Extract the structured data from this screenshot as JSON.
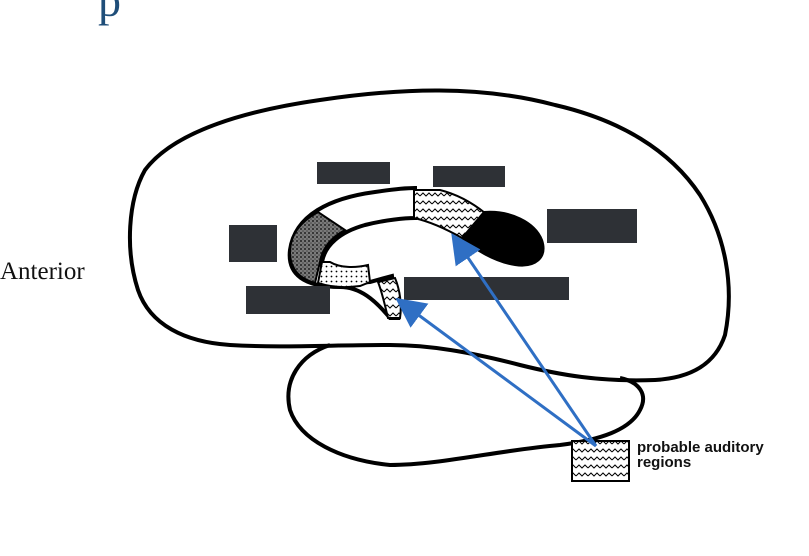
{
  "title_fragment": "p",
  "orientation_label": "Anterior",
  "legend": {
    "line1": "probable auditory",
    "line2": "regions"
  },
  "colors": {
    "outline": "#000000",
    "redaction": "#2e3136",
    "arrow": "#2f6fc4",
    "title": "#1f4e79"
  }
}
